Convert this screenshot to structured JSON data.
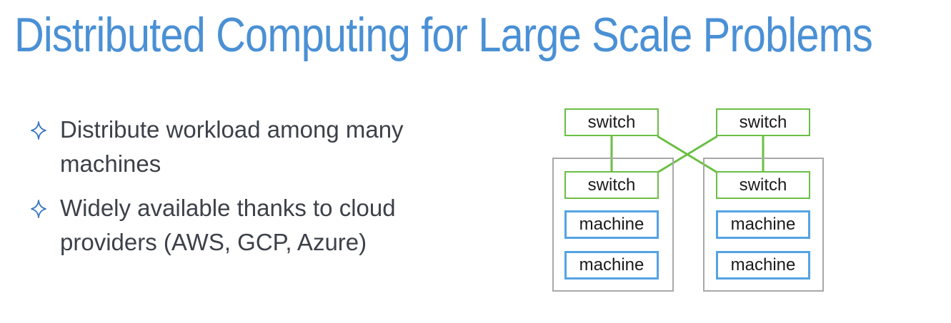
{
  "slide": {
    "title": "Distributed Computing for Large Scale Problems",
    "bullet_icon": "four-pointed-star",
    "bullets": [
      {
        "text": "Distribute workload among many machines"
      },
      {
        "text": "Widely available thanks to cloud providers (AWS, GCP, Azure)"
      }
    ]
  },
  "diagram": {
    "top_switches": [
      {
        "label": "switch"
      },
      {
        "label": "switch"
      }
    ],
    "racks": [
      {
        "switch_label": "switch",
        "machines": [
          "machine",
          "machine"
        ]
      },
      {
        "switch_label": "switch",
        "machines": [
          "machine",
          "machine"
        ]
      }
    ]
  },
  "colors": {
    "title": "#4a90d5",
    "bullet_marker": "#3a77c2",
    "body_text": "#3c4149",
    "switch_border": "#6abf45",
    "machine_border": "#55a3e3",
    "rack_border": "#a8a8a8",
    "connector": "#6abf45",
    "node_text": "#1a1a1a"
  }
}
